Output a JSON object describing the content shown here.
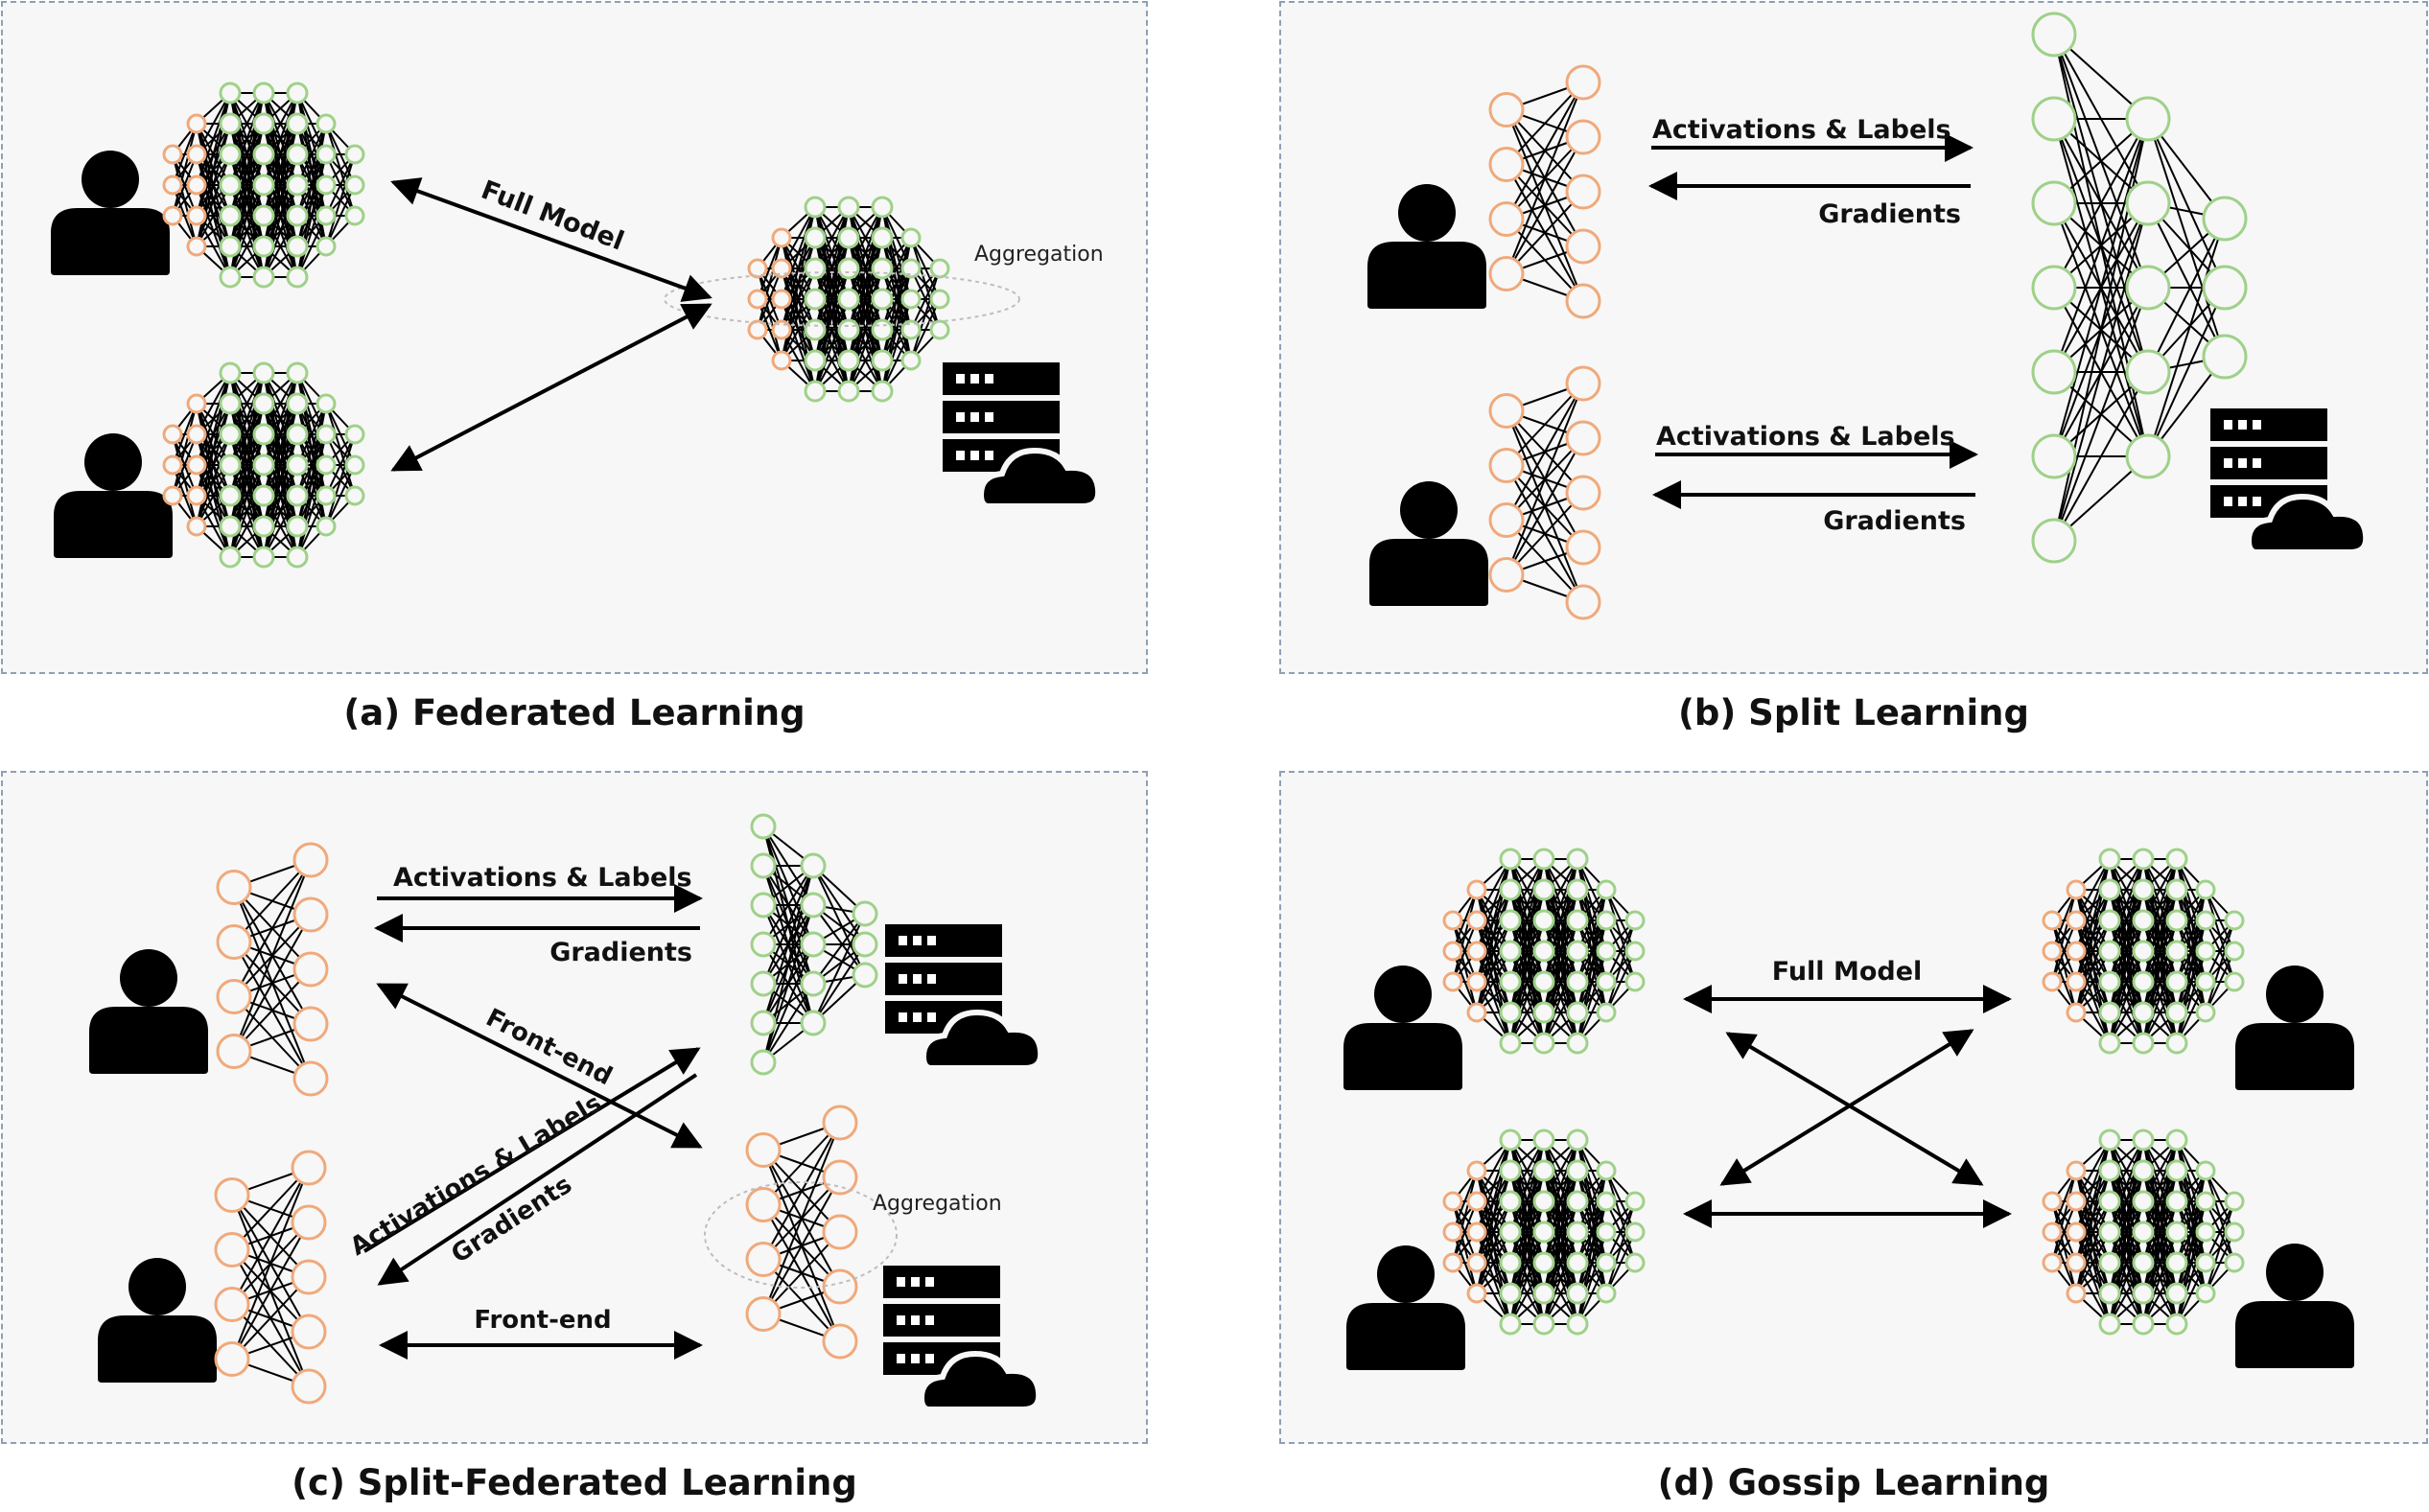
{
  "panels": {
    "a": {
      "caption": "(a) Federated Learning",
      "full_model": "Full Model",
      "aggregation": "Aggregation"
    },
    "b": {
      "caption": "(b) Split Learning",
      "activations_labels": "Activations & Labels",
      "gradients": "Gradients"
    },
    "c": {
      "caption": "(c) Split-Federated Learning",
      "activations_labels": "Activations & Labels",
      "gradients": "Gradients",
      "front_end": "Front-end",
      "aggregation": "Aggregation"
    },
    "d": {
      "caption": "(d) Gossip Learning",
      "full_model": "Full Model"
    }
  },
  "colors": {
    "client_node": "#f0a97a",
    "server_node": "#9fd189",
    "panel_bg": "#f7f7f7",
    "panel_border": "#8fa0b4",
    "icon": "#000000",
    "connection": "#000000"
  },
  "icons": [
    "user-icon",
    "server-icon",
    "cloud-icon",
    "neural-network-icon"
  ]
}
